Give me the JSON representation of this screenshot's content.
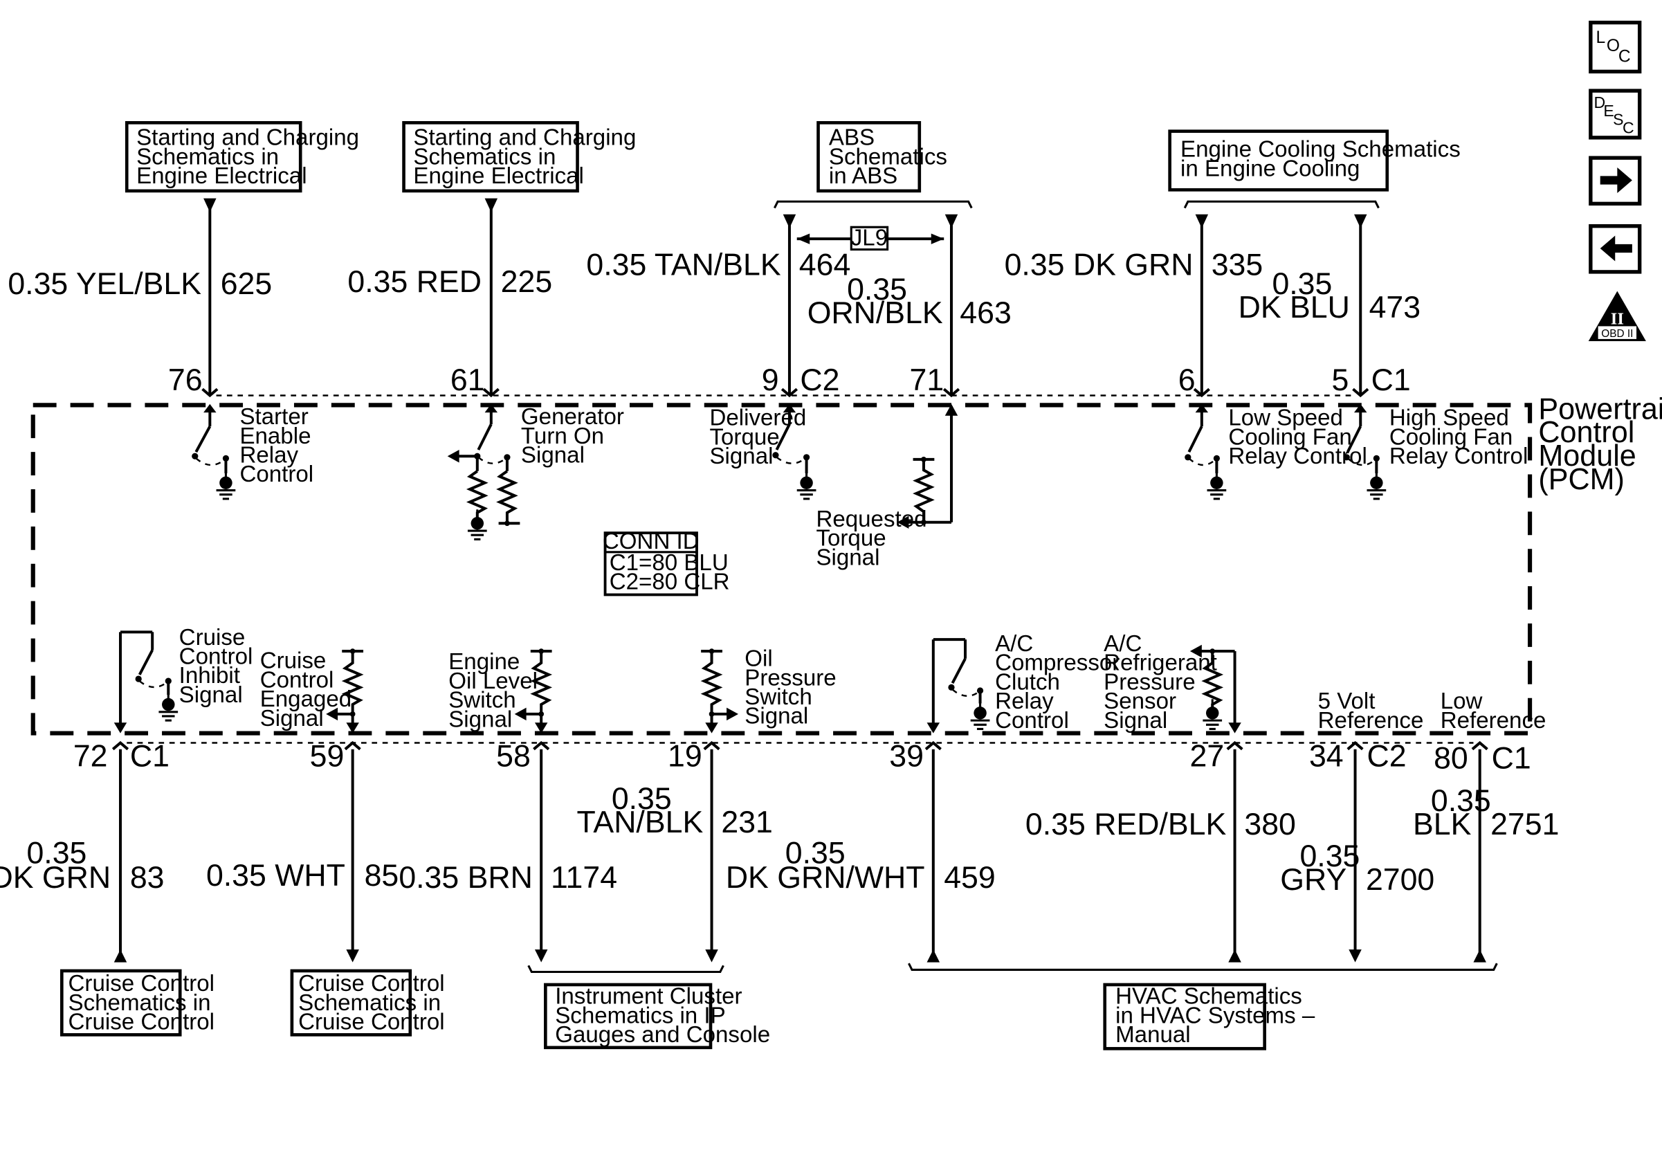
{
  "top_boxes": {
    "starting_charging_1": [
      "Starting and Charging",
      "Schematics in",
      "Engine Electrical"
    ],
    "starting_charging_2": [
      "Starting and Charging",
      "Schematics in",
      "Engine Electrical"
    ],
    "abs": [
      "ABS",
      "Schematics",
      "in ABS"
    ],
    "engine_cooling": [
      "Engine Cooling Schematics",
      "in Engine Cooling"
    ]
  },
  "bottom_boxes": {
    "cruise_1": [
      "Cruise Control",
      "Schematics in",
      "Cruise Control"
    ],
    "cruise_2": [
      "Cruise Control",
      "Schematics in",
      "Cruise Control"
    ],
    "instrument_cluster": [
      "Instrument Cluster",
      "Schematics in IP",
      "Gauges and Console"
    ],
    "hvac": [
      "HVAC Schematics",
      "in HVAC Systems –",
      "Manual"
    ]
  },
  "top_wires": [
    {
      "gauge_color": [
        "0.35 YEL/BLK"
      ],
      "circuit": "625",
      "pin": "76",
      "connector": ""
    },
    {
      "gauge_color": [
        "0.35 RED"
      ],
      "circuit": "225",
      "pin": "61",
      "connector": ""
    },
    {
      "gauge_color": [
        "0.35 TAN/BLK"
      ],
      "circuit": "464",
      "pin": "9",
      "connector": "C2"
    },
    {
      "gauge_color": [
        "0.35",
        "ORN/BLK"
      ],
      "circuit": "463",
      "pin": "71",
      "connector": ""
    },
    {
      "gauge_color": [
        "0.35 DK GRN"
      ],
      "circuit": "335",
      "pin": "6",
      "connector": ""
    },
    {
      "gauge_color": [
        "0.35",
        "DK BLU"
      ],
      "circuit": "473",
      "pin": "5",
      "connector": "C1"
    }
  ],
  "bottom_wires": [
    {
      "pin": "72",
      "connector": "C1",
      "gauge_color": [
        "0.35",
        "DK GRN"
      ],
      "circuit": "83"
    },
    {
      "pin": "59",
      "connector": "",
      "gauge_color": [
        "0.35 WHT"
      ],
      "circuit": "85"
    },
    {
      "pin": "58",
      "connector": "",
      "gauge_color": [
        "0.35 BRN"
      ],
      "circuit": "1174"
    },
    {
      "pin": "19",
      "connector": "",
      "gauge_color": [
        "0.35",
        "TAN/BLK"
      ],
      "circuit": "231"
    },
    {
      "pin": "39",
      "connector": "",
      "gauge_color": [
        "0.35",
        "DK GRN/WHT"
      ],
      "circuit": "459"
    },
    {
      "pin": "27",
      "connector": "",
      "gauge_color": [
        "0.35 RED/BLK"
      ],
      "circuit": "380"
    },
    {
      "pin": "34",
      "connector": "C2",
      "gauge_color": [
        "0.35",
        "GRY"
      ],
      "circuit": "2700"
    },
    {
      "pin": "80",
      "connector": "C1",
      "gauge_color": [
        "0.35",
        "BLK"
      ],
      "circuit": "2751"
    }
  ],
  "splice": "JL9",
  "pcm_label": [
    "Powertrain",
    "Control",
    "Module",
    "(PCM)"
  ],
  "conn_id": {
    "title": "CONN ID",
    "lines": [
      "C1=80 BLU",
      "C2=80 CLR"
    ]
  },
  "signals": {
    "starter": [
      "Starter",
      "Enable",
      "Relay",
      "Control"
    ],
    "generator": [
      "Generator",
      "Turn On",
      "Signal"
    ],
    "delivered_torque": [
      "Delivered",
      "Torque",
      "Signal"
    ],
    "requested_torque": [
      "Requested",
      "Torque",
      "Signal"
    ],
    "low_speed_fan": [
      "Low Speed",
      "Cooling Fan",
      "Relay Control"
    ],
    "high_speed_fan": [
      "High Speed",
      "Cooling Fan",
      "Relay Control"
    ],
    "cruise_inhibit": [
      "Cruise",
      "Control",
      "Inhibit",
      "Signal"
    ],
    "cruise_engaged": [
      "Cruise",
      "Control",
      "Engaged",
      "Signal"
    ],
    "oil_level": [
      "Engine",
      "Oil Level",
      "Switch",
      "Signal"
    ],
    "oil_pressure": [
      "Oil",
      "Pressure",
      "Switch",
      "Signal"
    ],
    "ac_clutch": [
      "A/C",
      "Compressor",
      "Clutch",
      "Relay",
      "Control"
    ],
    "ac_pressure": [
      "A/C",
      "Refrigerant",
      "Pressure",
      "Sensor",
      "Signal"
    ],
    "five_volt": [
      "5 Volt",
      "Reference"
    ],
    "low_ref": [
      "Low",
      "Reference"
    ]
  },
  "nav": {
    "loc": [
      "L",
      "O",
      "C"
    ],
    "desc": [
      "D",
      "E",
      "S",
      "C"
    ],
    "obd": {
      "numeral": "II",
      "label": "OBD II"
    }
  },
  "colors": {
    "line": "#000000",
    "background": "#ffffff"
  }
}
